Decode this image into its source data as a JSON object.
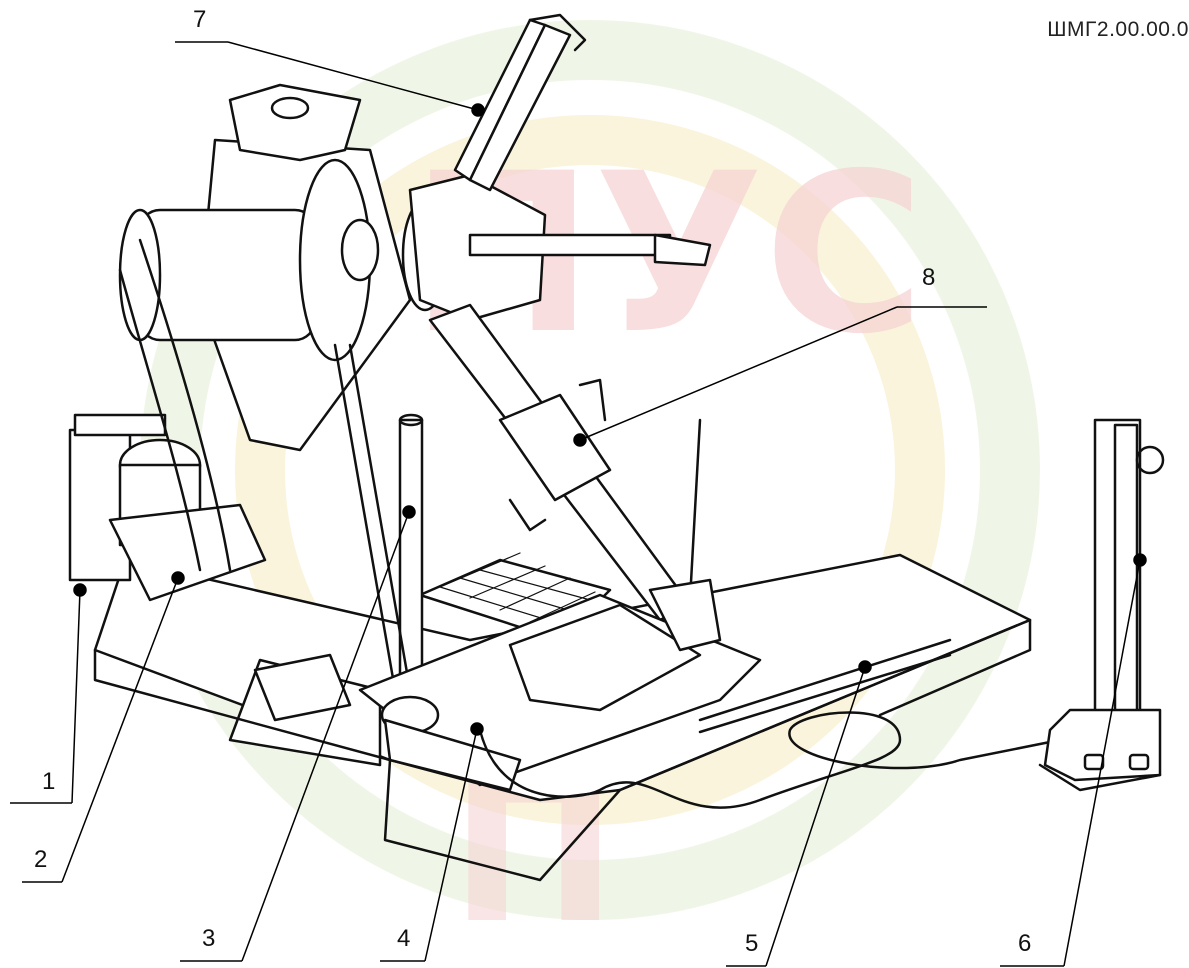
{
  "document_code": "ШМГ2.00.00.0",
  "colors": {
    "ink": "#111111",
    "watermark_red": "#f6d4d4",
    "watermark_yellow": "#f7f0cc",
    "watermark_green": "#e6f0d6"
  },
  "callouts": [
    {
      "label": "1"
    },
    {
      "label": "2"
    },
    {
      "label": "3"
    },
    {
      "label": "4"
    },
    {
      "label": "5"
    },
    {
      "label": "6"
    },
    {
      "label": "7"
    },
    {
      "label": "8"
    }
  ]
}
